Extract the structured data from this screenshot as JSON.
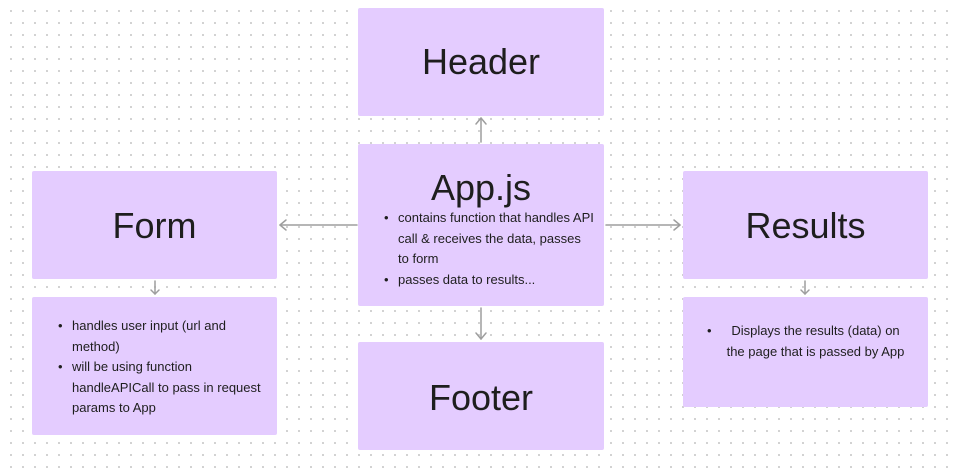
{
  "diagram": {
    "header": {
      "title": "Header"
    },
    "app": {
      "title": "App.js",
      "notes": [
        "contains function that handles API call & receives the data, passes to form",
        "passes data to results..."
      ]
    },
    "footer": {
      "title": "Footer"
    },
    "form": {
      "title": "Form",
      "notes": [
        "handles user input (url and method)",
        "will be using function handleAPICall to pass in request params to App"
      ]
    },
    "results": {
      "title": "Results",
      "notes": [
        "Displays the results (data) on the page that is passed by App"
      ]
    }
  },
  "colors": {
    "box_fill": "#e4ccff",
    "arrow": "#9e9e9e",
    "text": "#1e1e1e",
    "canvas_dots": "#cfcfcf"
  }
}
